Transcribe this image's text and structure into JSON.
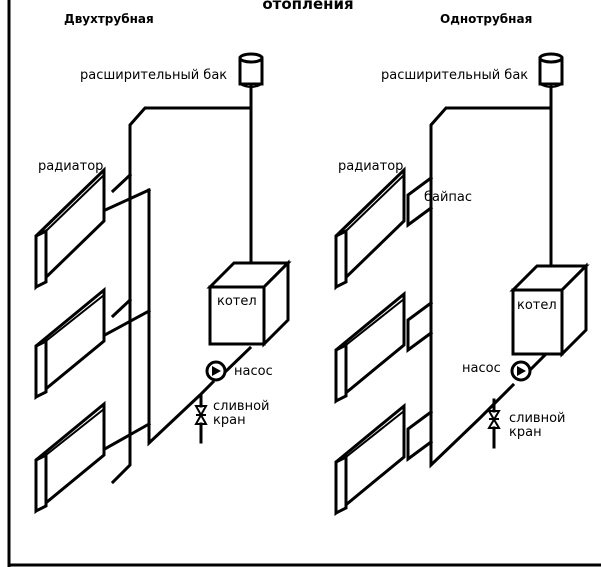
{
  "title": "отопления",
  "left": {
    "subtitle": "Двухтрубная",
    "expansion_tank": "расширительный бак",
    "radiator": "радиатор",
    "boiler": "котел",
    "pump": "насос",
    "drain_line1": "сливной",
    "drain_line2": "кран"
  },
  "right": {
    "subtitle": "Однотрубная",
    "expansion_tank": "расширительный бак",
    "radiator": "радиатор",
    "bypass": "байпас",
    "boiler": "котел",
    "pump": "насос",
    "drain_line1": "сливной",
    "drain_line2": "кран"
  }
}
